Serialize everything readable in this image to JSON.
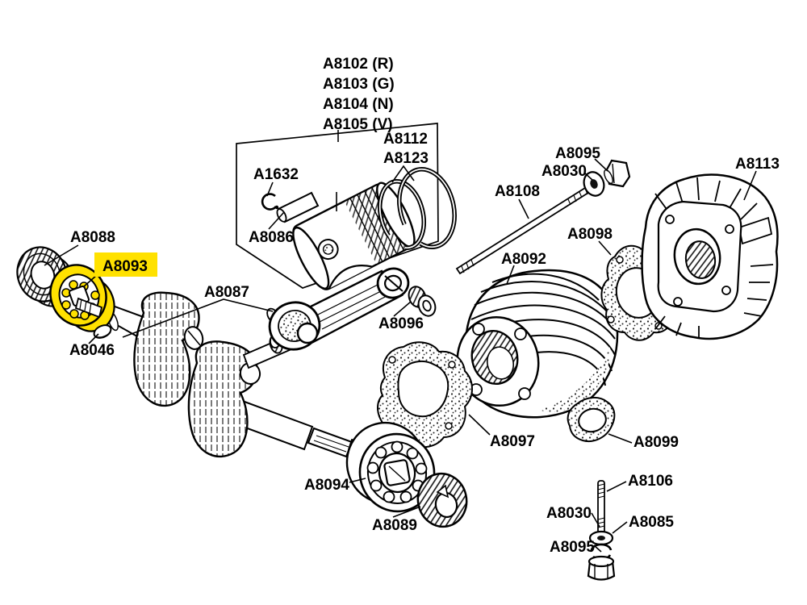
{
  "diagram": {
    "type": "exploded-parts-diagram",
    "description": "Engine exploded view parts diagram with part number callouts",
    "colors": {
      "background": "#ffffff",
      "line": "#000000",
      "highlight_bg": "#ffe100",
      "highlight_text": "#a80000",
      "highlight_part_fill": "#ffe100"
    },
    "highlighted_part": "A8093",
    "labels": [
      {
        "id": "a8102",
        "text": "A8102 (R)"
      },
      {
        "id": "a8103",
        "text": "A8103 (G)"
      },
      {
        "id": "a8104",
        "text": "A8104 (N)"
      },
      {
        "id": "a8105",
        "text": "A8105 (V)"
      },
      {
        "id": "a8112",
        "text": "A8112"
      },
      {
        "id": "a8123",
        "text": "A8123"
      },
      {
        "id": "a1632",
        "text": "A1632"
      },
      {
        "id": "a8086",
        "text": "A8086"
      },
      {
        "id": "a8088",
        "text": "A8088"
      },
      {
        "id": "a8093",
        "text": "A8093"
      },
      {
        "id": "a8046",
        "text": "A8046"
      },
      {
        "id": "a8087",
        "text": "A8087"
      },
      {
        "id": "a8096",
        "text": "A8096"
      },
      {
        "id": "a8095-top",
        "text": "A8095"
      },
      {
        "id": "a8030-top",
        "text": "A8030"
      },
      {
        "id": "a8108",
        "text": "A8108"
      },
      {
        "id": "a8098",
        "text": "A8098"
      },
      {
        "id": "a8113",
        "text": "A8113"
      },
      {
        "id": "a8092",
        "text": "A8092"
      },
      {
        "id": "a8097",
        "text": "A8097"
      },
      {
        "id": "a8099",
        "text": "A8099"
      },
      {
        "id": "a8094",
        "text": "A8094"
      },
      {
        "id": "a8089",
        "text": "A8089"
      },
      {
        "id": "a8106",
        "text": "A8106"
      },
      {
        "id": "a8030-bottom",
        "text": "A8030"
      },
      {
        "id": "a8085",
        "text": "A8085"
      },
      {
        "id": "a8095-bottom",
        "text": "A8095"
      }
    ]
  }
}
